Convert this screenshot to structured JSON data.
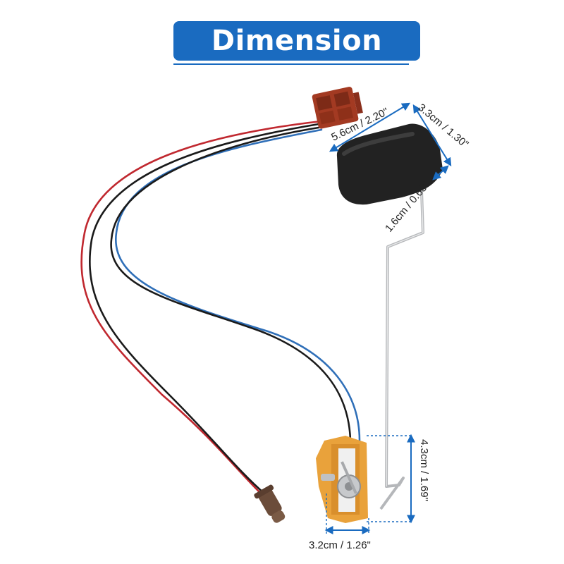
{
  "banner": {
    "title": "Dimension"
  },
  "dimensions": {
    "float_length": "5.6cm / 2.20\"",
    "float_width": "3.3cm / 1.30\"",
    "float_thickness": "1.6cm / 0.63\"",
    "housing_height": "4.3cm / 1.69\"",
    "housing_width": "3.2cm / 1.26\""
  },
  "colors": {
    "banner": "#1a6bc0",
    "dimension_line": "#1a6bc0",
    "connector": "#a33a22",
    "float": "#222222",
    "housing": "#e9a23b",
    "wire_red": "#c0282f",
    "wire_blue": "#2f6fb8",
    "wire_black": "#1a1a1a",
    "plug": "#6b4c3a"
  }
}
